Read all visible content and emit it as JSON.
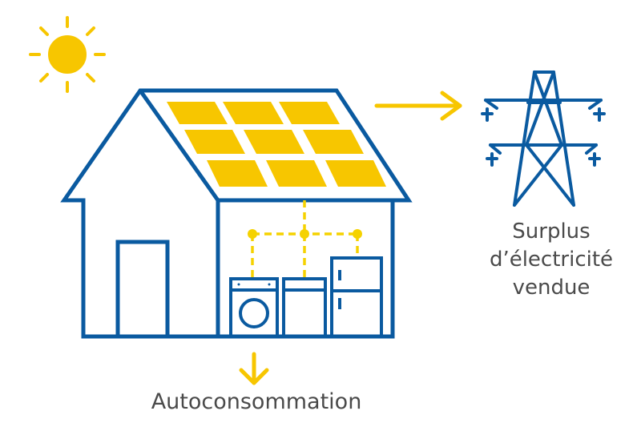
{
  "labels": {
    "surplus": [
      "Surplus",
      "d’électricité",
      "vendue"
    ],
    "autoconsommation": "Autoconsommation"
  },
  "colors": {
    "house_stroke": "#0a5aa0",
    "sun_and_panels": "#f7c600",
    "wiring": "#f5d200",
    "text": "#4a4a4a",
    "background": "#ffffff"
  },
  "icons": {
    "sun": "sun-icon",
    "pylon": "power-pylon-icon",
    "washing_machine": "washing-machine-icon",
    "fridge": "fridge-icon"
  }
}
